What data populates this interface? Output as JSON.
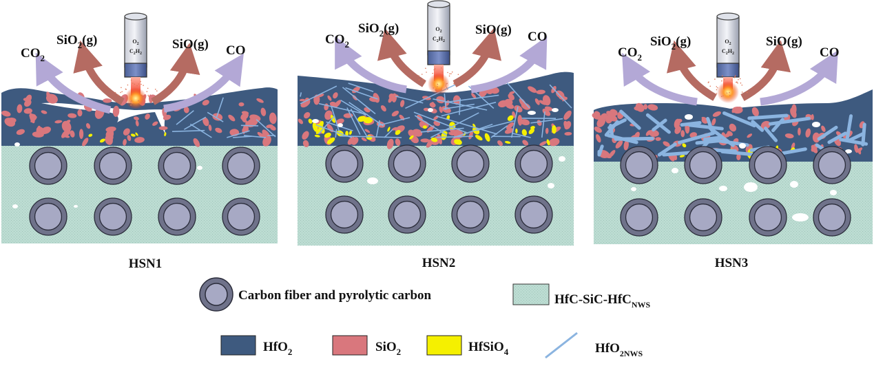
{
  "panels": [
    {
      "id": "HSN1",
      "label": "HSN1",
      "gases": {
        "co2": {
          "main": "CO",
          "sub": "2",
          "tail": ""
        },
        "sio2": {
          "main": "SiO",
          "sub": "2",
          "tail": "(g)"
        },
        "sio": {
          "main": "SiO(g)",
          "sub": "",
          "tail": ""
        },
        "co": {
          "main": "CO",
          "sub": "",
          "tail": ""
        }
      },
      "torch": {
        "line1_main": "O",
        "line1_sub": "2",
        "line2_a": "C",
        "line2_sub_a": "2",
        "line2_b": "H",
        "line2_sub_b": "2"
      }
    },
    {
      "id": "HSN2",
      "label": "HSN2",
      "gases": {
        "co2": {
          "main": "CO",
          "sub": "2",
          "tail": ""
        },
        "sio2": {
          "main": "SiO",
          "sub": "2",
          "tail": "(g)"
        },
        "sio": {
          "main": "SiO(g)",
          "sub": "",
          "tail": ""
        },
        "co": {
          "main": "CO",
          "sub": "",
          "tail": ""
        }
      },
      "torch": {
        "line1_main": "O",
        "line1_sub": "2",
        "line2_a": "C",
        "line2_sub_a": "2",
        "line2_b": "H",
        "line2_sub_b": "2"
      }
    },
    {
      "id": "HSN3",
      "label": "HSN3",
      "gases": {
        "co2": {
          "main": "CO",
          "sub": "2",
          "tail": ""
        },
        "sio2": {
          "main": "SiO",
          "sub": "2",
          "tail": "(g)"
        },
        "sio": {
          "main": "SiO(g)",
          "sub": "",
          "tail": ""
        },
        "co": {
          "main": "CO",
          "sub": "",
          "tail": ""
        }
      },
      "torch": {
        "line1_main": "O",
        "line1_sub": "2",
        "line2_a": "C",
        "line2_sub_a": "2",
        "line2_b": "H",
        "line2_sub_b": "2"
      }
    }
  ],
  "legend": {
    "carbon_fiber": {
      "text": "Carbon fiber and pyrolytic carbon"
    },
    "matrix": {
      "main": "HfC-SiC-HfC",
      "sub": "NWS"
    },
    "hfo2": {
      "main": "HfO",
      "sub": "2"
    },
    "sio2": {
      "main": "SiO",
      "sub": "2"
    },
    "hfsio4": {
      "main": "HfSiO",
      "sub": "4"
    },
    "hfo2_nws": {
      "main": "HfO",
      "sub": "2NWS"
    }
  },
  "colors": {
    "oxide_layer": "#3e5a7f",
    "sio2_particle": "#d9777d",
    "hfsio4_particle": "#f5f000",
    "nanowire": "#8bb4e0",
    "matrix": "#bcdcd2",
    "fiber_outer": "#6f728a",
    "fiber_inner": "#a7a9c4",
    "arrow_purple": "#b3a8d6",
    "arrow_brown": "#b56b62",
    "flame": "#f04a2a"
  }
}
